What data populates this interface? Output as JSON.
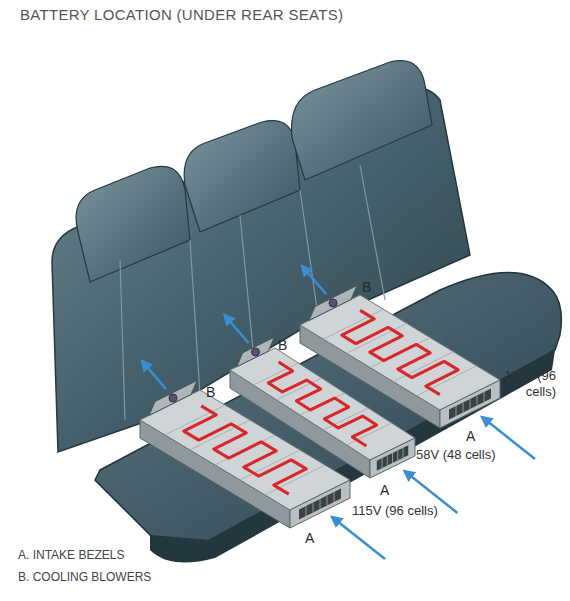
{
  "diagram": {
    "title": "BATTERY LOCATION (UNDER REAR SEATS)",
    "labels": [
      "B",
      "B",
      "B",
      "115V (96 cells)",
      "A",
      "58V (48 cells)",
      "A",
      "115V (96 cells)",
      "A",
      "A. INTAKE BEZELS",
      "B. COOLING BLOWERS"
    ]
  }
}
